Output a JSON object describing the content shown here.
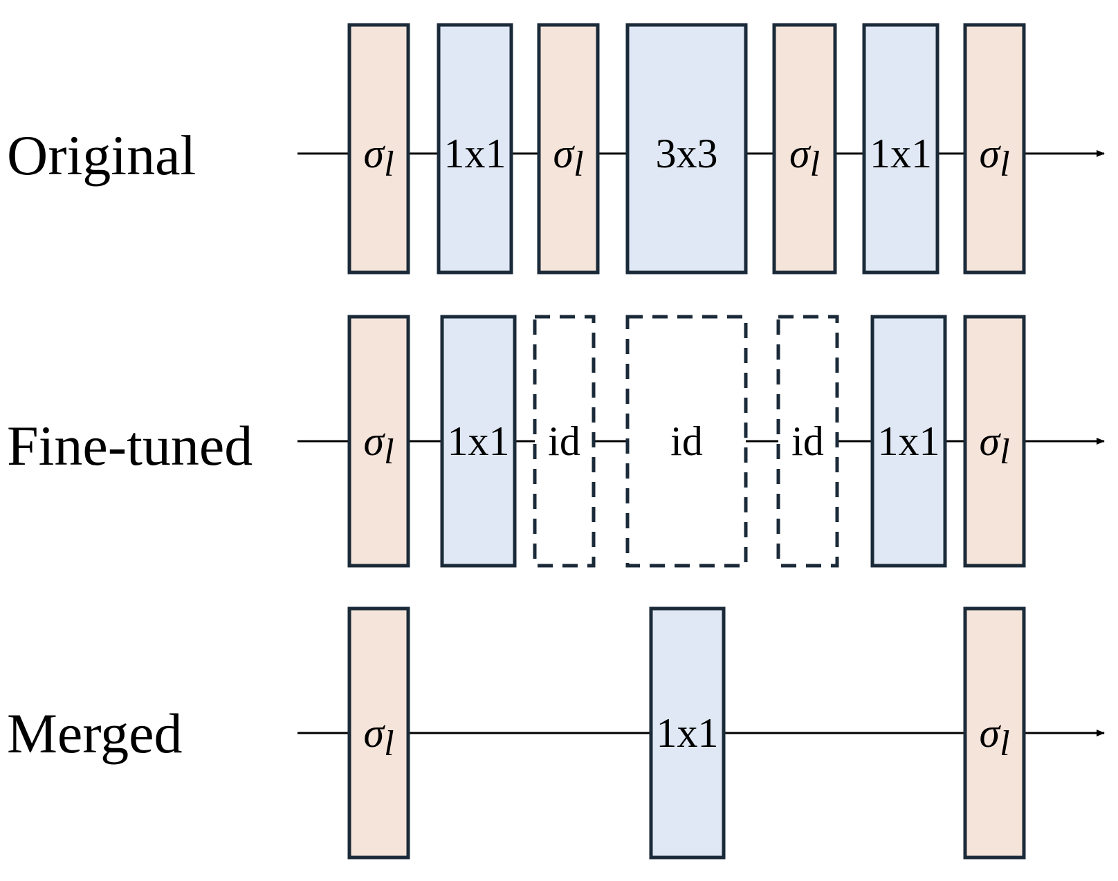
{
  "colors": {
    "activation_fill": "#f5e4da",
    "conv_fill": "#dfe8f4",
    "identity_fill": "#ffffff",
    "block_stroke": "#1b2a38",
    "line": "#000000"
  },
  "rows": [
    {
      "label": "Original",
      "blocks": [
        {
          "kind": "activation",
          "label": "σ",
          "sub": "l"
        },
        {
          "kind": "conv",
          "label": "1x1"
        },
        {
          "kind": "activation",
          "label": "σ",
          "sub": "l"
        },
        {
          "kind": "conv",
          "label": "3x3"
        },
        {
          "kind": "activation",
          "label": "σ",
          "sub": "l"
        },
        {
          "kind": "conv",
          "label": "1x1"
        },
        {
          "kind": "activation",
          "label": "σ",
          "sub": "l"
        }
      ]
    },
    {
      "label": "Fine-tuned",
      "blocks": [
        {
          "kind": "activation",
          "label": "σ",
          "sub": "l"
        },
        {
          "kind": "conv",
          "label": "1x1"
        },
        {
          "kind": "identity",
          "label": "id"
        },
        {
          "kind": "identity",
          "label": "id"
        },
        {
          "kind": "identity",
          "label": "id"
        },
        {
          "kind": "conv",
          "label": "1x1"
        },
        {
          "kind": "activation",
          "label": "σ",
          "sub": "l"
        }
      ]
    },
    {
      "label": "Merged",
      "blocks": [
        {
          "kind": "activation",
          "label": "σ",
          "sub": "l"
        },
        {
          "kind": "conv",
          "label": "1x1"
        },
        {
          "kind": "activation",
          "label": "σ",
          "sub": "l"
        }
      ]
    }
  ]
}
